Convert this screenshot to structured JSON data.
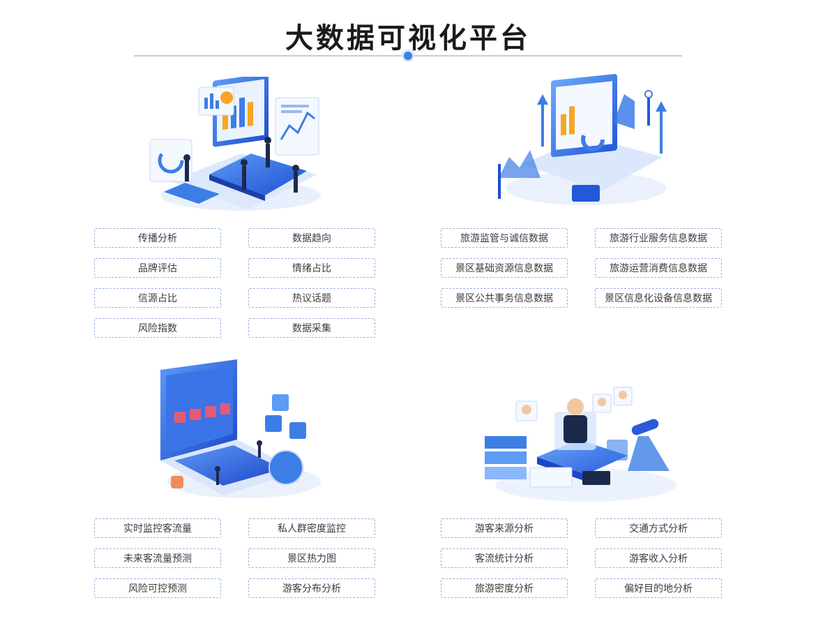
{
  "title": "大数据可视化平台",
  "colors": {
    "accent": "#3d7ee6",
    "tag_border": "#9ab2dc",
    "rule": "#c8cbd0"
  },
  "sections": [
    {
      "illustration": "laptop-dashboard-analytics-illustration",
      "tags": [
        "传播分析",
        "数据趋向",
        "品牌评估",
        "情绪占比",
        "信源占比",
        "热议话题",
        "风险指数",
        "数据采集"
      ]
    },
    {
      "illustration": "monitor-data-growth-illustration",
      "tags": [
        "旅游监管与诚信数据",
        "旅游行业服务信息数据",
        "景区基础资源信息数据",
        "旅游运营消费信息数据",
        "景区公共事务信息数据",
        "景区信息化设备信息数据"
      ]
    },
    {
      "illustration": "laptop-5g-cloud-illustration",
      "tags": [
        "实时监控客流量",
        "私人群密度监控",
        "未来客流量预测",
        "景区热力图",
        "风险可控预测",
        "游客分布分析"
      ]
    },
    {
      "illustration": "server-telescope-people-illustration",
      "tags": [
        "游客来源分析",
        "交通方式分析",
        "客流统计分析",
        "游客收入分析",
        "旅游密度分析",
        "偏好目的地分析"
      ]
    }
  ]
}
